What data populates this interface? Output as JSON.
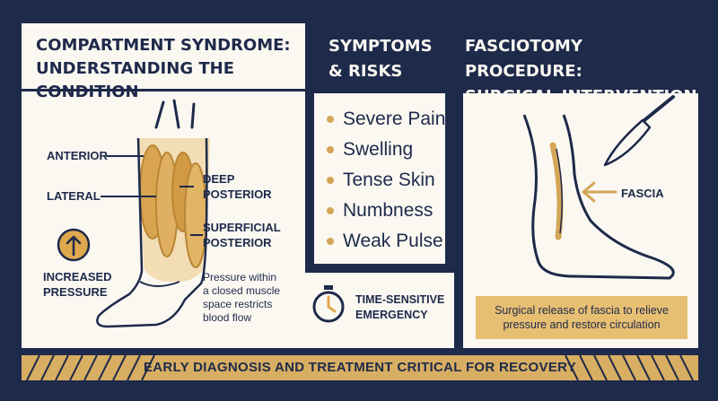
{
  "left": {
    "title_line1": "COMPARTMENT SYNDROME:",
    "title_line2": "UNDERSTANDING THE CONDITION",
    "labels": {
      "anterior": "ANTERIOR",
      "lateral": "LATERAL",
      "deep_posterior_l1": "DEEP",
      "deep_posterior_l2": "POSTERIOR",
      "superficial_posterior_l1": "SUPERFICIAL",
      "superficial_posterior_l2": "POSTERIOR",
      "increased_l1": "INCREASED",
      "increased_l2": "PRESSURE"
    },
    "pressure_note_l1": "Pressure within",
    "pressure_note_l2": "a closed muscle",
    "pressure_note_l3": "space restricts",
    "pressure_note_l4": "blood flow"
  },
  "middle": {
    "title_line1": "SYMPTOMS",
    "title_line2": "& RISKS",
    "symptoms": [
      "Severe Pain",
      "Swelling",
      "Tense Skin",
      "Numbness",
      "Weak Pulse"
    ],
    "time_l1": "TIME-SENSITIVE",
    "time_l2": "EMERGENCY"
  },
  "right": {
    "title_line1": "FASCIOTOMY PROCEDURE:",
    "title_line2": "SURGICAL INTERVENTION",
    "fascia_label": "FASCIA",
    "callout_l1": "Surgical release of fascia to relieve",
    "callout_l2": "pressure and restore circulation"
  },
  "footer": {
    "text": "EARLY DIAGNOSIS AND TREATMENT CRITICAL FOR RECOVERY"
  },
  "colors": {
    "navy": "#1e2a4a",
    "cream": "#fbf8f2",
    "gold": "#d8ae63",
    "tan": "#e7bf73"
  }
}
